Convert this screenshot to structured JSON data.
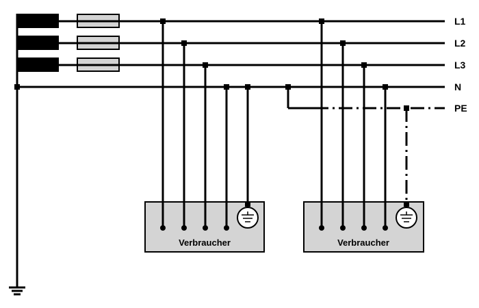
{
  "diagram": {
    "type": "TN-C-S network wiring diagram",
    "conductors": [
      {
        "id": "L1",
        "label": "L1"
      },
      {
        "id": "L2",
        "label": "L2"
      },
      {
        "id": "L3",
        "label": "L3"
      },
      {
        "id": "N",
        "label": "N"
      },
      {
        "id": "PE",
        "label": "PE"
      }
    ],
    "consumers": [
      {
        "id": "consumer-1",
        "label": "Verbraucher",
        "connections": [
          "L1",
          "L2",
          "L3",
          "N",
          "N (protective earth)"
        ]
      },
      {
        "id": "consumer-2",
        "label": "Verbraucher",
        "connections": [
          "L1",
          "L2",
          "L3",
          "N",
          "PE"
        ]
      }
    ],
    "sources": [
      "phase-source-L1",
      "phase-source-L2",
      "phase-source-L3"
    ],
    "fuses": [
      "fuse-L1",
      "fuse-L2",
      "fuse-L3"
    ],
    "ground": "earth-ground",
    "colors": {
      "line": "#000000",
      "fill": "#d4d4d4",
      "background": "#ffffff"
    }
  }
}
